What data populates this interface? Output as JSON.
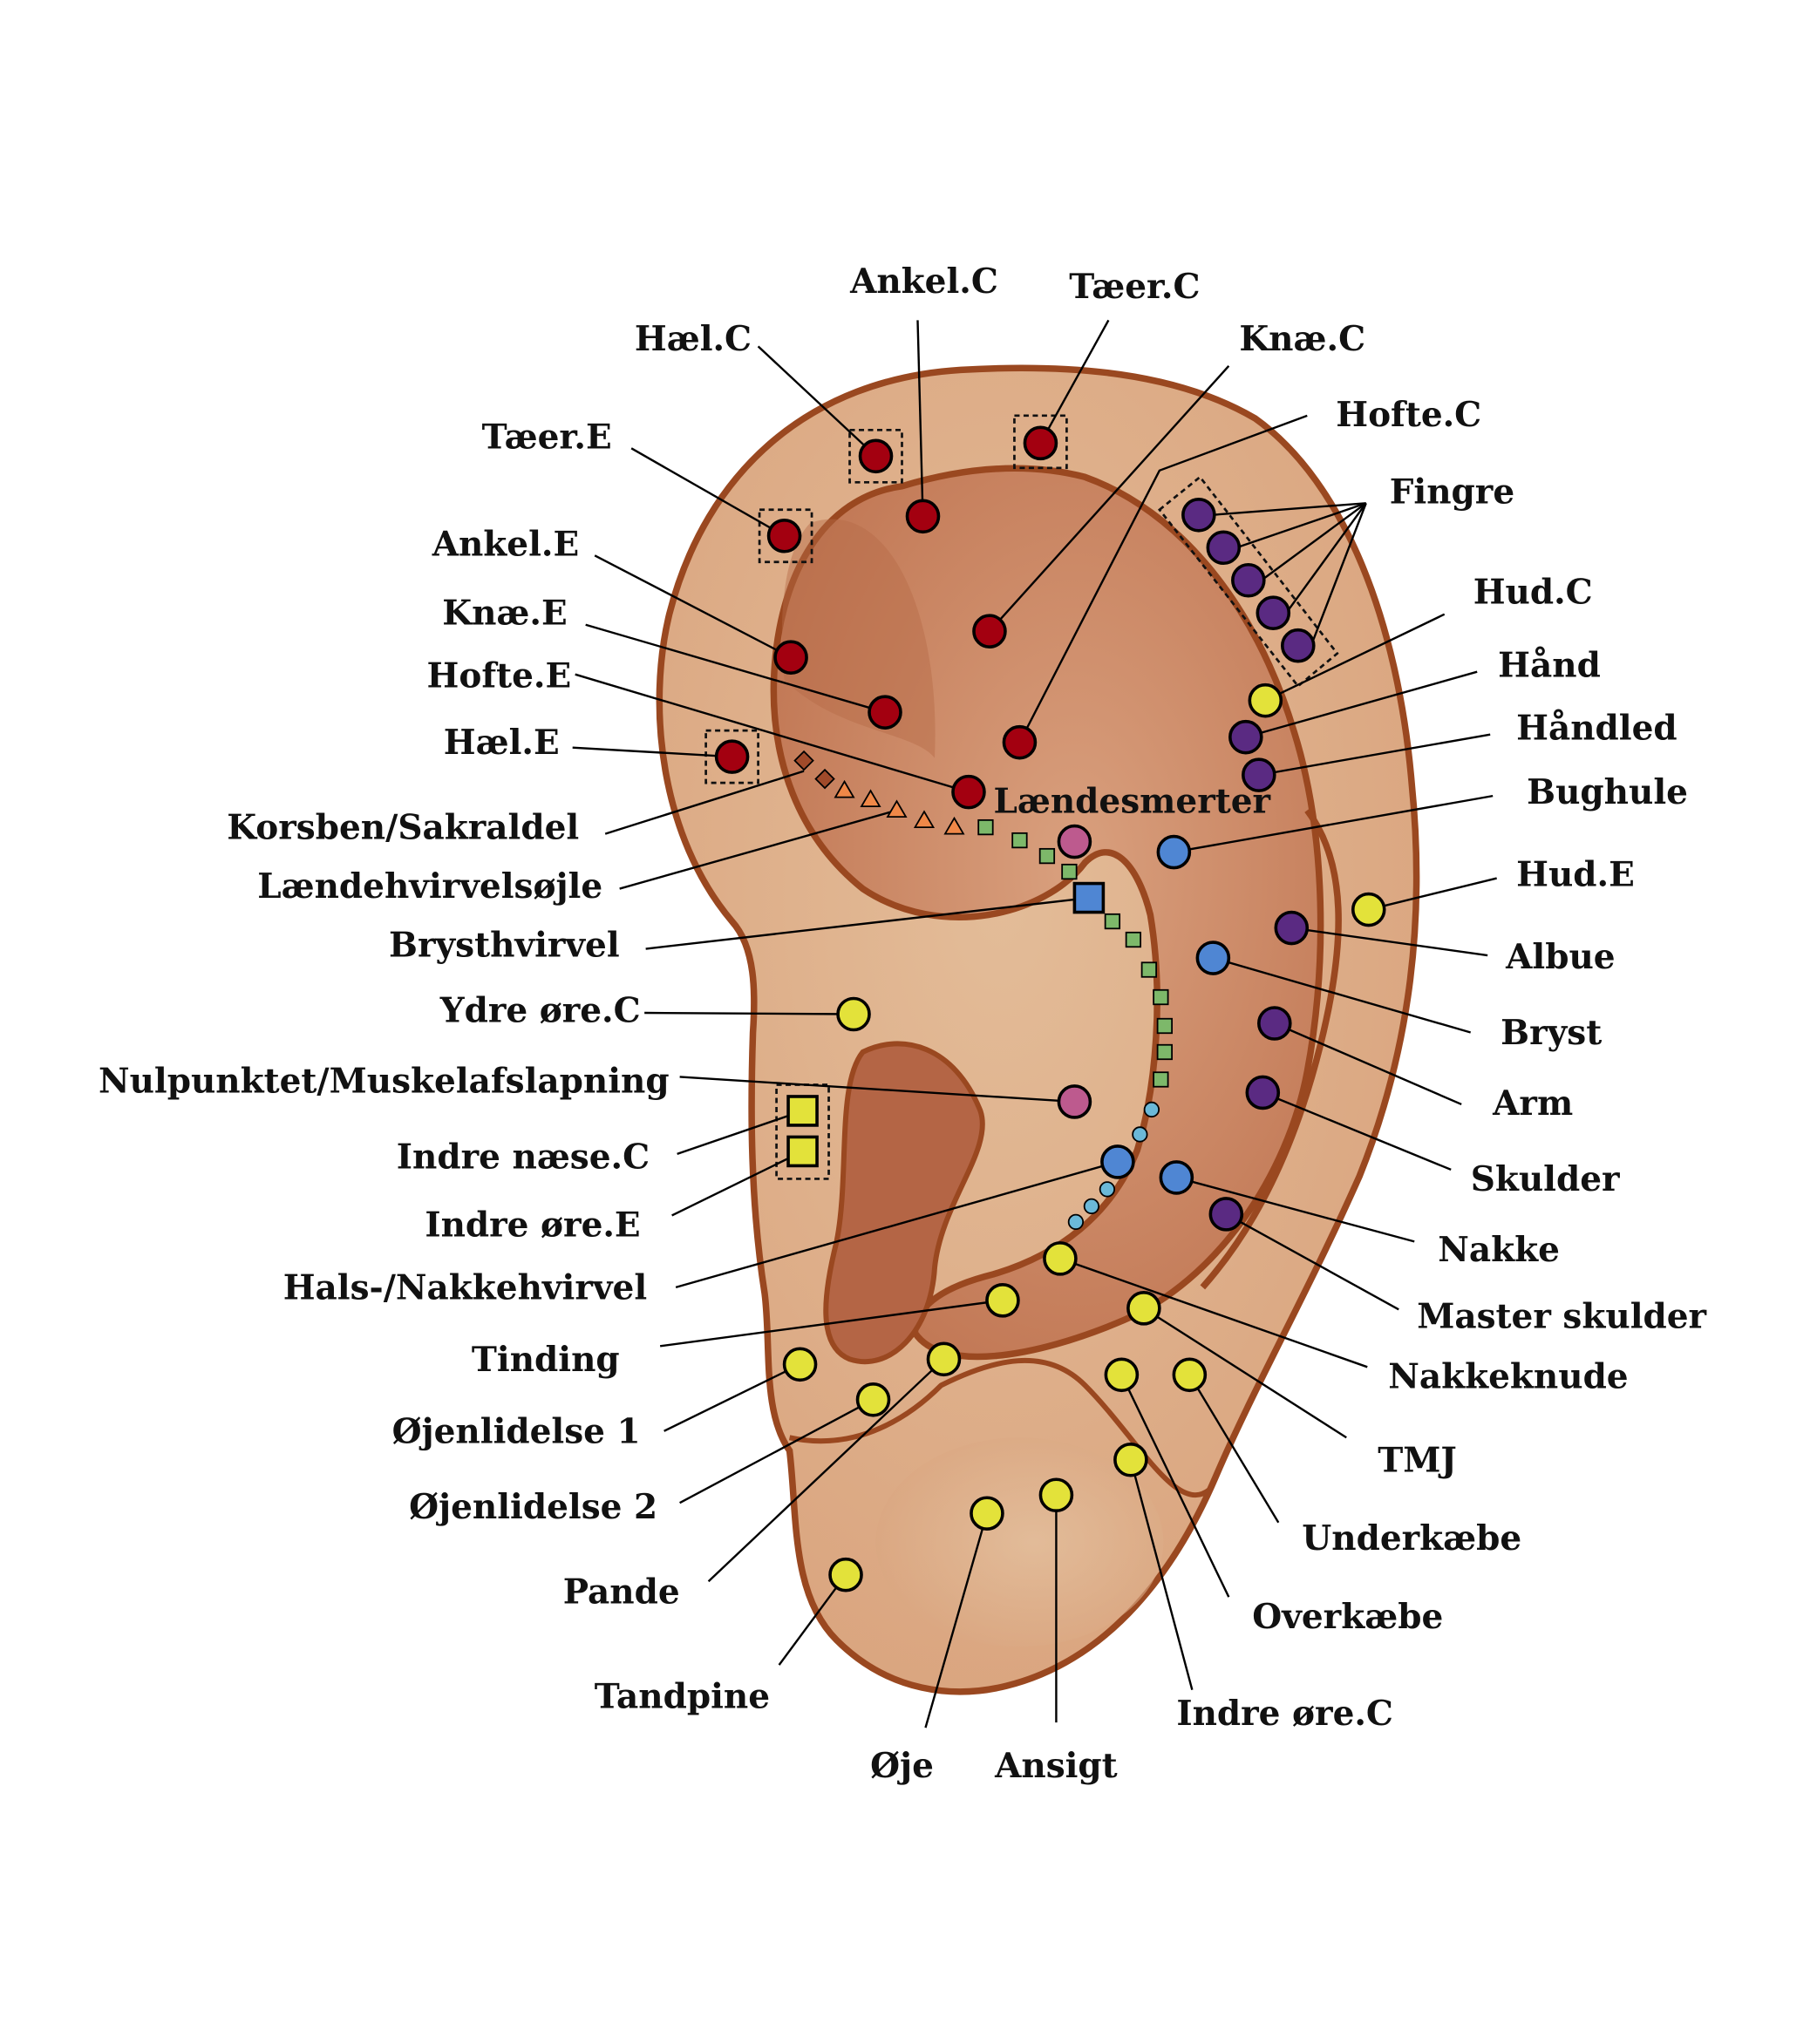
{
  "colors": {
    "red": "#A30010",
    "purple": "#5A2A82",
    "yellow": "#E3E23A",
    "blue": "#4F86D3",
    "pink": "#BD5A8E",
    "green": "#7DB86A",
    "orange": "#F08848",
    "brown": "#A04A2A",
    "lightblue": "#6BB8D8",
    "skin": "#DDAA84",
    "skin_dark": "#C98562",
    "outline": "#9A4820"
  },
  "points": [
    {
      "id": "hael-c",
      "label": "Hæl.C",
      "color": "red",
      "shape": "circle"
    },
    {
      "id": "ankel-c",
      "label": "Ankel.C",
      "color": "red",
      "shape": "circle"
    },
    {
      "id": "taeer-c",
      "label": "Tæer.C",
      "color": "red",
      "shape": "circle"
    },
    {
      "id": "knae-c",
      "label": "Knæ.C",
      "color": "red",
      "shape": "circle"
    },
    {
      "id": "hofte-c",
      "label": "Hofte.C",
      "color": "red",
      "shape": "circle"
    },
    {
      "id": "taeer-e",
      "label": "Tæer.E",
      "color": "red",
      "shape": "circle"
    },
    {
      "id": "ankel-e",
      "label": "Ankel.E",
      "color": "red",
      "shape": "circle"
    },
    {
      "id": "knae-e",
      "label": "Knæ.E",
      "color": "red",
      "shape": "circle"
    },
    {
      "id": "hofte-e",
      "label": "Hofte.E",
      "color": "red",
      "shape": "circle"
    },
    {
      "id": "hael-e",
      "label": "Hæl.E",
      "color": "red",
      "shape": "circle"
    },
    {
      "id": "laendesmerter",
      "label": "Lændesmerter",
      "color": "red",
      "shape": "circle"
    },
    {
      "id": "fingre",
      "label": "Fingre",
      "color": "purple",
      "shape": "circle"
    },
    {
      "id": "hud-c",
      "label": "Hud.C",
      "color": "yellow",
      "shape": "circle"
    },
    {
      "id": "haand",
      "label": "Hånd",
      "color": "purple",
      "shape": "circle"
    },
    {
      "id": "haandled",
      "label": "Håndled",
      "color": "purple",
      "shape": "circle"
    },
    {
      "id": "bughule",
      "label": "Bughule",
      "color": "blue",
      "shape": "circle"
    },
    {
      "id": "hud-e",
      "label": "Hud.E",
      "color": "yellow",
      "shape": "circle"
    },
    {
      "id": "albue",
      "label": "Albue",
      "color": "purple",
      "shape": "circle"
    },
    {
      "id": "bryst",
      "label": "Bryst",
      "color": "blue",
      "shape": "circle"
    },
    {
      "id": "arm",
      "label": "Arm",
      "color": "purple",
      "shape": "circle"
    },
    {
      "id": "skulder",
      "label": "Skulder",
      "color": "purple",
      "shape": "circle"
    },
    {
      "id": "nakke",
      "label": "Nakke",
      "color": "blue",
      "shape": "circle"
    },
    {
      "id": "master-skulder",
      "label": "Master skulder",
      "color": "purple",
      "shape": "circle"
    },
    {
      "id": "nakkeknude",
      "label": "Nakkeknude",
      "color": "yellow",
      "shape": "circle"
    },
    {
      "id": "tmj",
      "label": "TMJ",
      "color": "yellow",
      "shape": "circle"
    },
    {
      "id": "underkaebe",
      "label": "Underkæbe",
      "color": "yellow",
      "shape": "circle"
    },
    {
      "id": "overkaebe",
      "label": "Overkæbe",
      "color": "yellow",
      "shape": "circle"
    },
    {
      "id": "indre-oere-c",
      "label": "Indre øre.C",
      "color": "yellow",
      "shape": "circle"
    },
    {
      "id": "ansigt",
      "label": "Ansigt",
      "color": "yellow",
      "shape": "circle"
    },
    {
      "id": "oeje",
      "label": "Øje",
      "color": "yellow",
      "shape": "circle"
    },
    {
      "id": "tandpine",
      "label": "Tandpine",
      "color": "yellow",
      "shape": "circle"
    },
    {
      "id": "pande",
      "label": "Pande",
      "color": "yellow",
      "shape": "circle"
    },
    {
      "id": "oejenlidelse-2",
      "label": "Øjenlidelse 2",
      "color": "yellow",
      "shape": "circle"
    },
    {
      "id": "oejenlidelse-1",
      "label": "Øjenlidelse 1",
      "color": "yellow",
      "shape": "circle"
    },
    {
      "id": "tinding",
      "label": "Tinding",
      "color": "yellow",
      "shape": "circle"
    },
    {
      "id": "hals-nakkehvirvel",
      "label": "Hals-/Nakkehvirvel",
      "color": "blue",
      "shape": "circle"
    },
    {
      "id": "indre-oere-e",
      "label": "Indre øre.E",
      "color": "yellow",
      "shape": "square"
    },
    {
      "id": "indre-naese-c",
      "label": "Indre næse.C",
      "color": "yellow",
      "shape": "square"
    },
    {
      "id": "nulpunktet",
      "label": "Nulpunktet/Muskelafslapning",
      "color": "pink",
      "shape": "circle"
    },
    {
      "id": "ydre-oere-c",
      "label": "Ydre øre.C",
      "color": "yellow",
      "shape": "circle"
    },
    {
      "id": "brysthvirvel",
      "label": "Brysthvirvel",
      "color": "blue",
      "shape": "square"
    },
    {
      "id": "laendehvirvelsoejle",
      "label": "Lændehvirvelsøjle",
      "color": "orange",
      "shape": "triangle"
    },
    {
      "id": "korsben",
      "label": "Korsben/Sakraldel",
      "color": "brown",
      "shape": "diamond"
    }
  ]
}
